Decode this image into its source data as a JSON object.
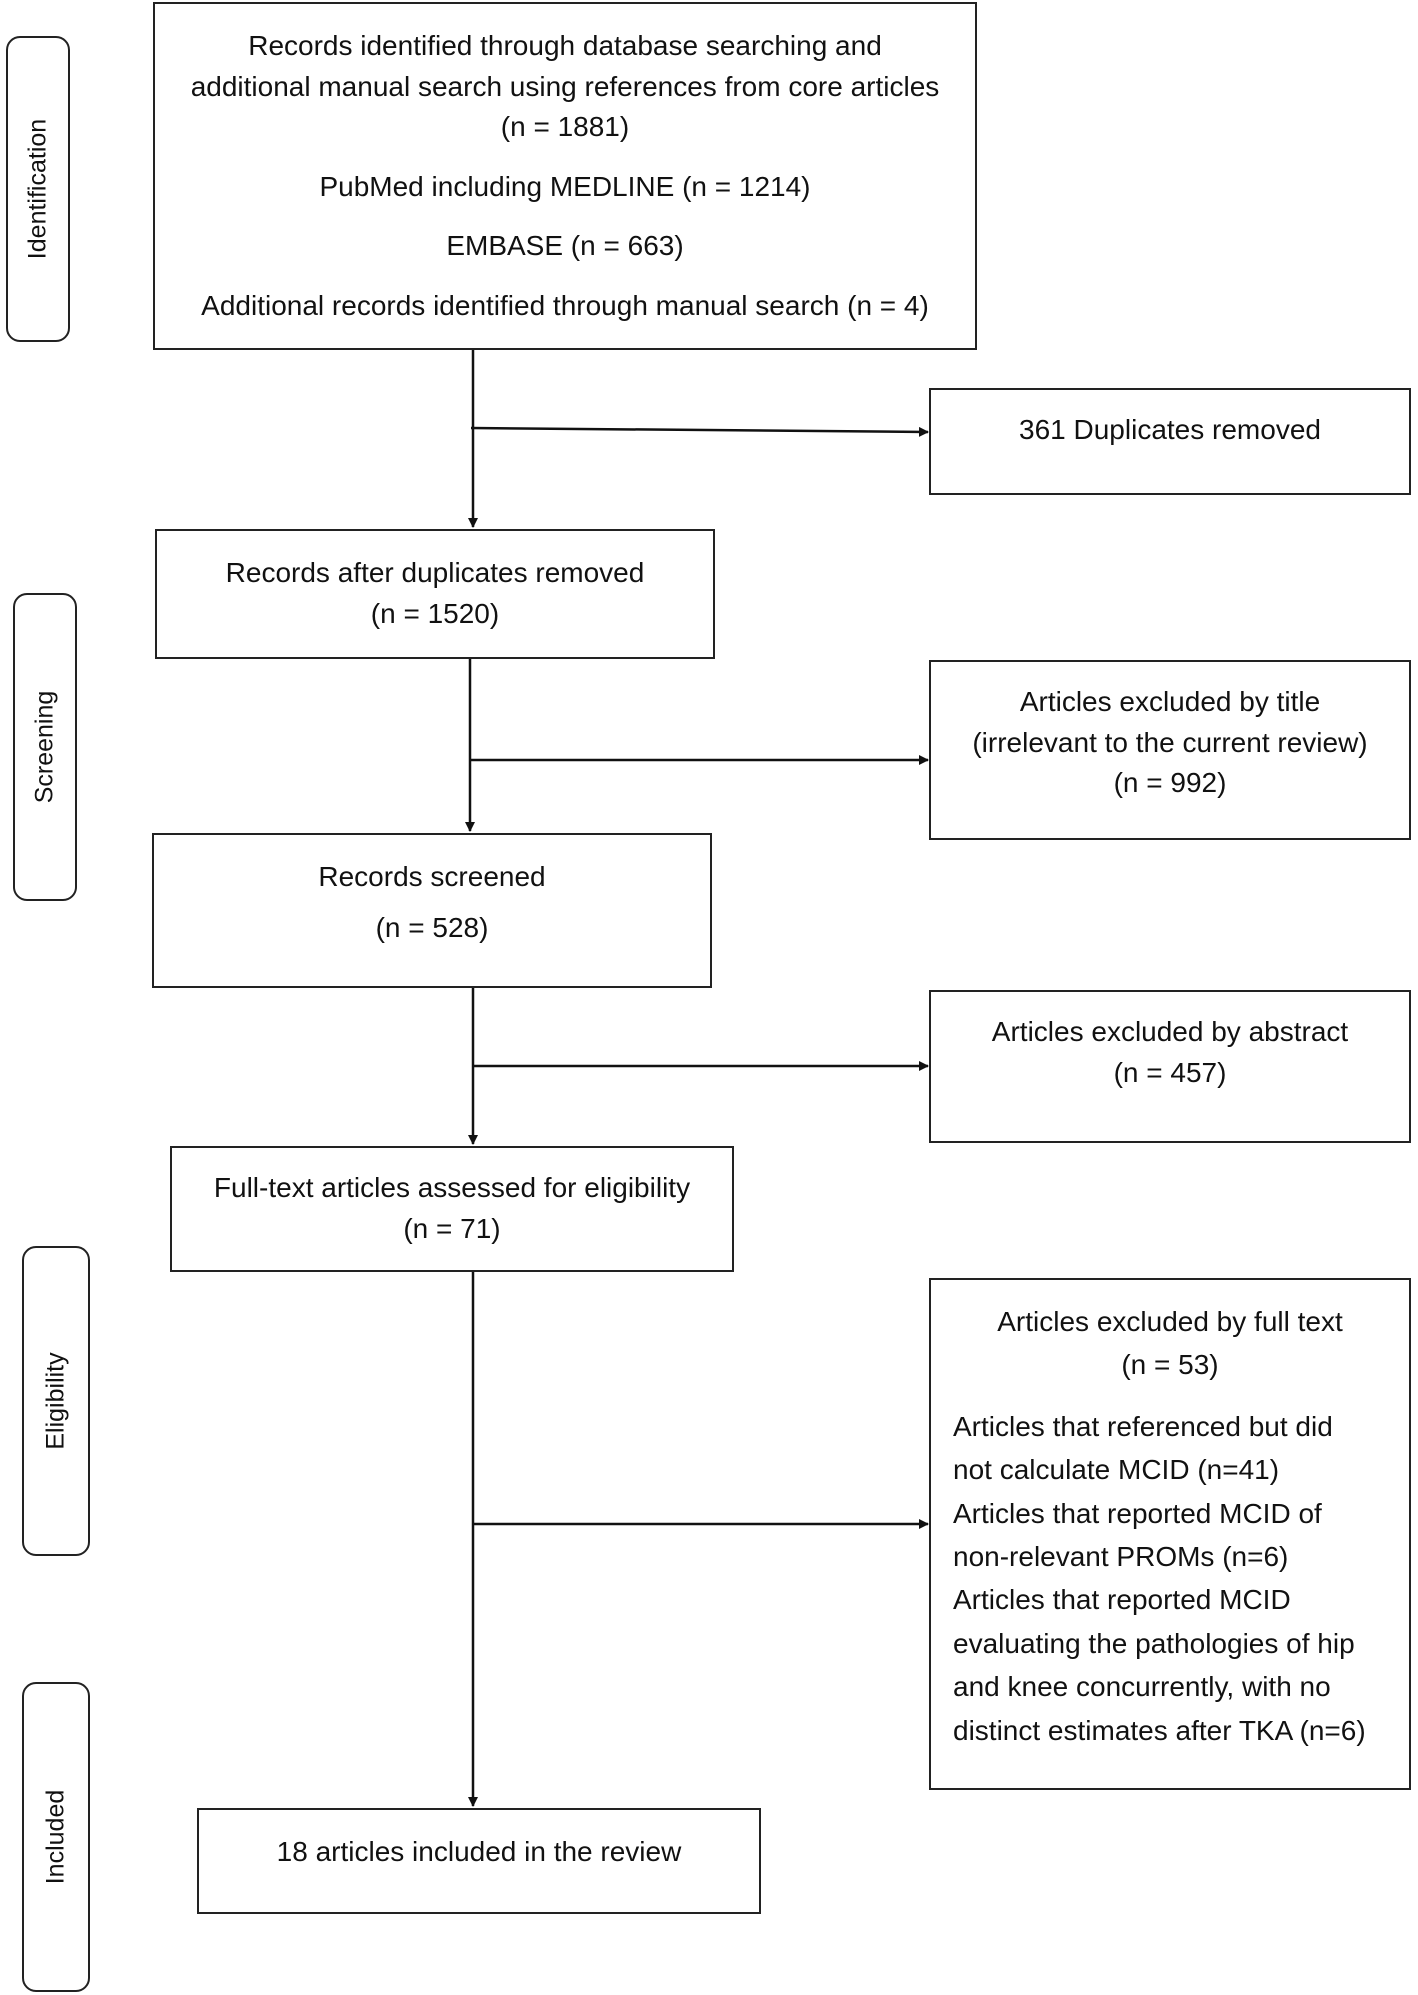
{
  "stages": {
    "identification": "Identification",
    "screening": "Screening",
    "eligibility": "Eligibility",
    "included": "Included"
  },
  "identification_box": {
    "line1": "Records identified through database searching and",
    "line2": "additional manual search using references from core articles",
    "line3": "(n = 1881)",
    "pubmed": "PubMed including MEDLINE (n = 1214)",
    "embase": "EMBASE (n = 663)",
    "manual": "Additional records identified through manual search (n = 4)"
  },
  "duplicates_box": {
    "text": "361 Duplicates removed"
  },
  "after_duplicates_box": {
    "line1": "Records after duplicates removed",
    "line2": "(n = 1520)"
  },
  "excluded_title_box": {
    "line1": "Articles excluded by title",
    "line2": "(irrelevant to the current review)",
    "line3": "(n = 992)"
  },
  "screened_box": {
    "line1": "Records screened",
    "line2": "(n = 528)"
  },
  "excluded_abstract_box": {
    "line1": "Articles excluded by abstract",
    "line2": "(n = 457)"
  },
  "fulltext_box": {
    "line1": "Full-text articles assessed for eligibility",
    "line2": "(n = 71)"
  },
  "excluded_fulltext_box": {
    "line1": "Articles excluded by full text",
    "line2": "(n = 53)",
    "reason1_a": "Articles that referenced but did",
    "reason1_b": "not calculate MCID (n=41)",
    "reason2_a": "Articles that reported MCID of",
    "reason2_b": "non-relevant PROMs (n=6)",
    "reason3_a": "Articles that reported MCID",
    "reason3_b": "evaluating the pathologies of hip",
    "reason3_c": "and knee concurrently, with no",
    "reason3_d": "distinct estimates after TKA (n=6)"
  },
  "included_box": {
    "text": "18 articles included in the review"
  }
}
